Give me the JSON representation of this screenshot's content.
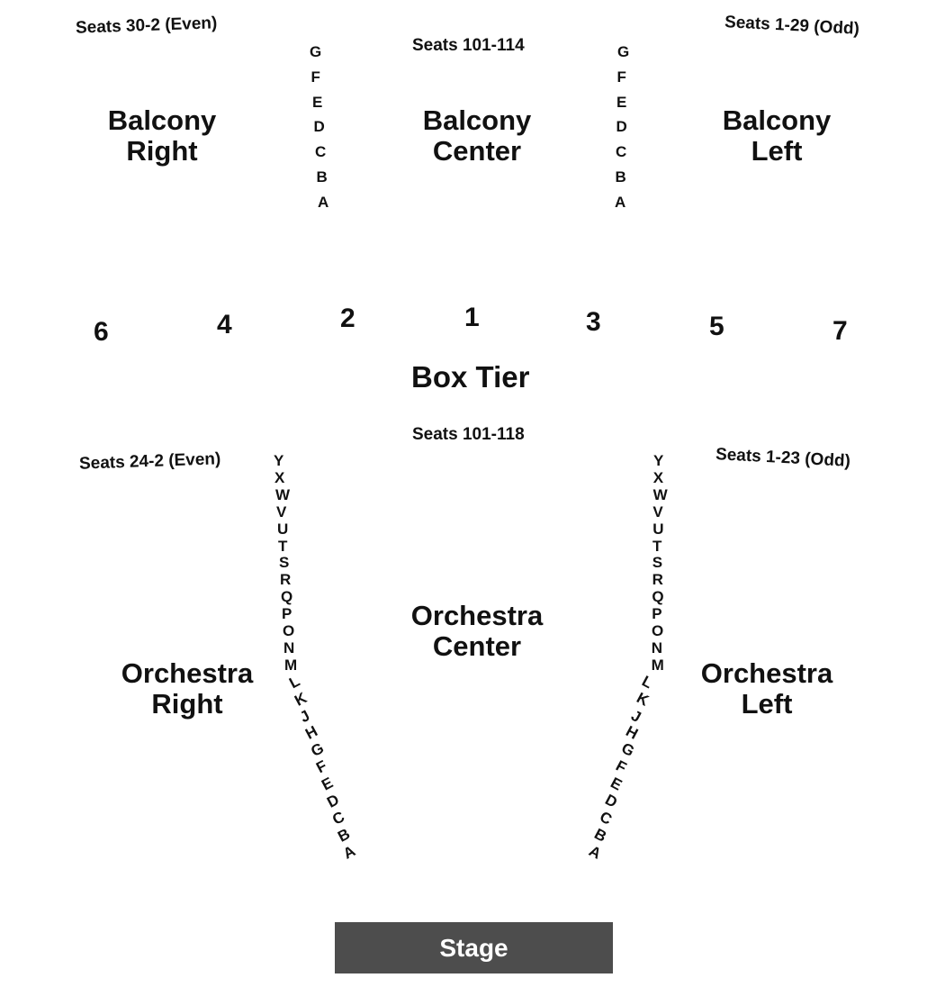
{
  "colors": {
    "stage_fill": "#4d4d4d",
    "text": "#111111",
    "background": "#ffffff"
  },
  "balcony": {
    "right_seats": "Seats 30-2 (Even)",
    "center_seats": "Seats 101-114",
    "left_seats": "Seats 1-29 (Odd)",
    "right": {
      "line1": "Balcony",
      "line2": "Right"
    },
    "center": {
      "line1": "Balcony",
      "line2": "Center"
    },
    "left": {
      "line1": "Balcony",
      "line2": "Left"
    },
    "rows": [
      "G",
      "F",
      "E",
      "D",
      "C",
      "B",
      "A"
    ]
  },
  "box_tier": {
    "title": "Box Tier",
    "boxes": [
      "6",
      "4",
      "2",
      "1",
      "3",
      "5",
      "7"
    ]
  },
  "orchestra": {
    "center_seats": "Seats 101-118",
    "right_seats": "Seats 24-2 (Even)",
    "left_seats": "Seats 1-23 (Odd)",
    "right": {
      "line1": "Orchestra",
      "line2": "Right"
    },
    "center": {
      "line1": "Orchestra",
      "line2": "Center"
    },
    "left": {
      "line1": "Orchestra",
      "line2": "Left"
    },
    "rows": [
      "Y",
      "X",
      "W",
      "V",
      "U",
      "T",
      "S",
      "R",
      "Q",
      "P",
      "O",
      "N",
      "M",
      "L",
      "K",
      "J",
      "H",
      "G",
      "F",
      "E",
      "D",
      "C",
      "B",
      "A"
    ]
  },
  "stage": {
    "label": "Stage"
  }
}
